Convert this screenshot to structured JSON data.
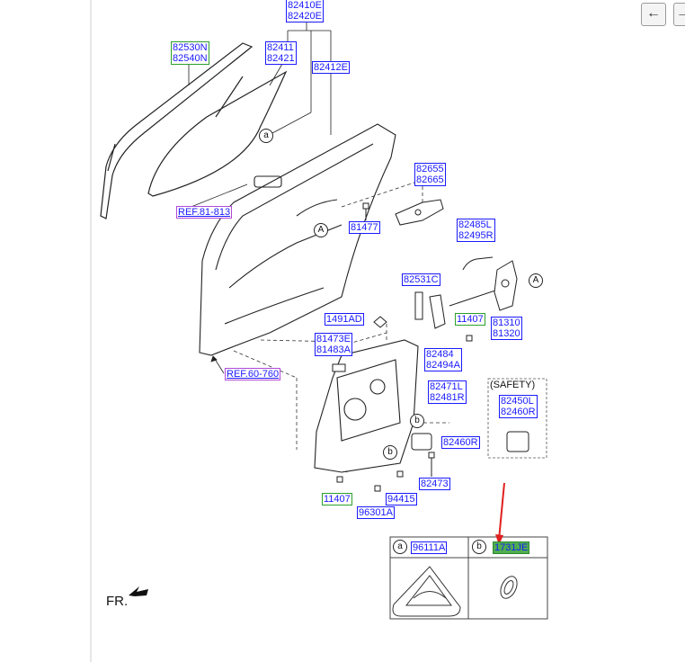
{
  "nav": {
    "back_icon": "arrow-left-icon",
    "next_icon": "arrow-right-icon",
    "back_glyph": "←",
    "next_glyph": "→"
  },
  "labels": {
    "l82410": "82410E\n82420E",
    "l82530": "82530N\n82540N",
    "l82411": "82411\n82421",
    "l82412": "82412E",
    "ref81": "REF.81-813",
    "l82655": "82655\n82665",
    "l81477": "81477",
    "l82485": "82485L\n82495R",
    "l82531": "82531C",
    "l1491": "1491AD",
    "l11407a": "11407",
    "l81310": "81310\n81320",
    "l81473": "81473E\n81483A",
    "l82484": "82484\n82494A",
    "ref60": "REF.60-760",
    "l82471": "82471L\n82481R",
    "l82450": "82450L\n82460R",
    "l82460": "82460R",
    "l82473": "82473",
    "l11407b": "11407",
    "l94415": "94415",
    "l96301": "96301A",
    "l96111": "96111A",
    "l1731": "1731JE"
  },
  "markers": {
    "a": "a",
    "A": "A",
    "b": "b"
  },
  "safety": "(SAFETY)",
  "fr": "FR.",
  "colors": {
    "label_blue": "#1a1aff",
    "green_border": "#2aa02a",
    "purple_border": "#b04ad8",
    "green_fill": "#4fae4f",
    "arrow_red": "#e02020"
  }
}
